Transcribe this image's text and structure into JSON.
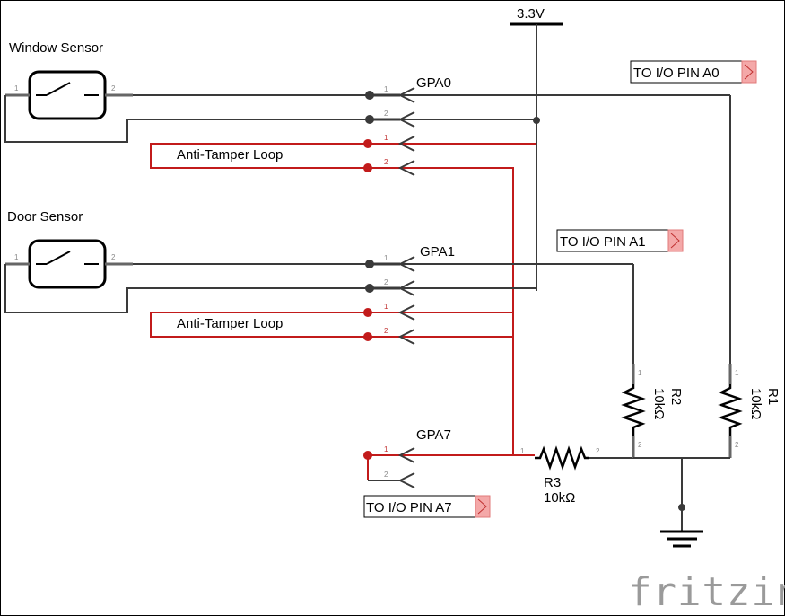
{
  "sensors": {
    "window": "Window Sensor",
    "door": "Door Sensor"
  },
  "power": {
    "label": "3.3V"
  },
  "ports": {
    "gpa0": "GPA0",
    "gpa1": "GPA1",
    "gpa7": "GPA7"
  },
  "loops": {
    "window": "Anti-Tamper Loop",
    "door": "Anti-Tamper Loop"
  },
  "io_pins": {
    "a0": "TO I/O PIN A0",
    "a1": "TO I/O PIN A1",
    "a7": "TO I/O PIN A7"
  },
  "resistors": {
    "r1": {
      "name": "R1",
      "value": "10kΩ"
    },
    "r2": {
      "name": "R2",
      "value": "10kΩ"
    },
    "r3": {
      "name": "R3",
      "value": "10kΩ"
    }
  },
  "pin_numbers": {
    "one": "1",
    "two": "2"
  },
  "logo": "fritzing",
  "colors": {
    "wire": "#3a3a3a",
    "tamper_wire": "#c21b1b",
    "flag": "#f4a8a8"
  }
}
